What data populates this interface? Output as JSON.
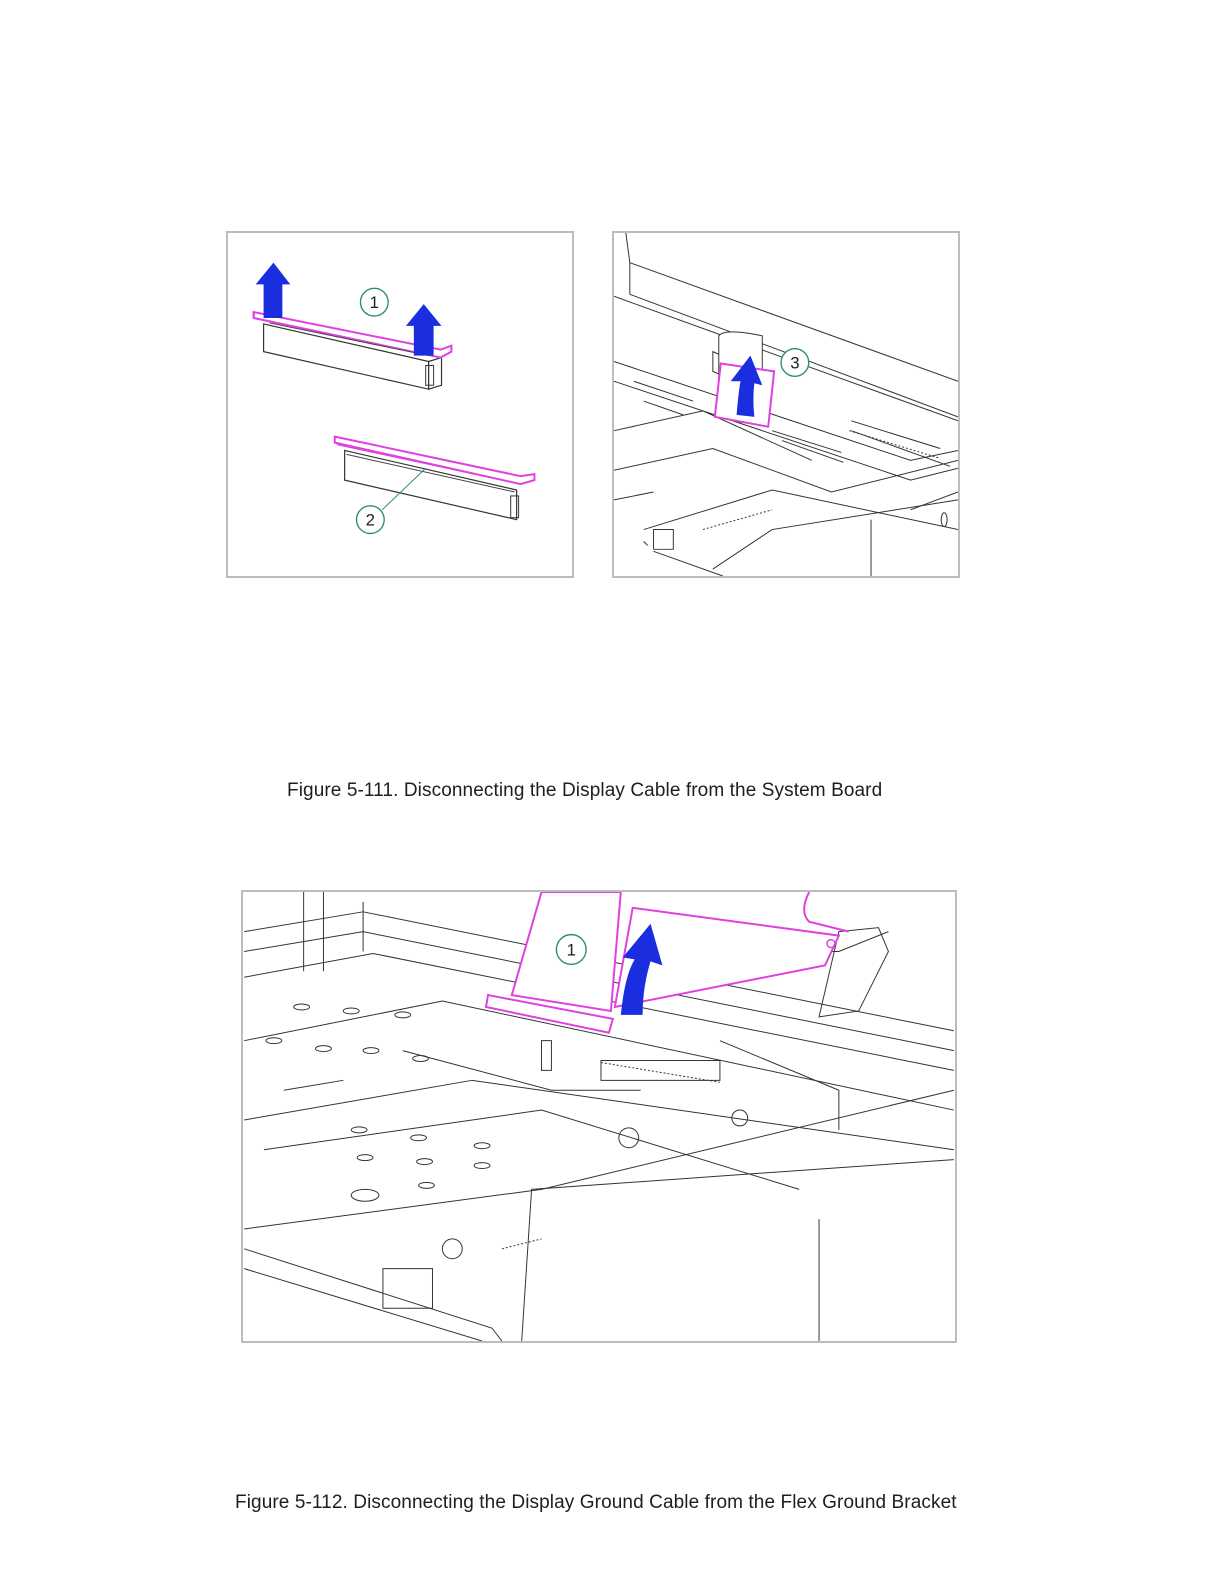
{
  "figure_111": {
    "caption": "Figure 5-111. Disconnecting the Display Cable from the System Board",
    "callouts": [
      "1",
      "2",
      "3"
    ]
  },
  "figure_112": {
    "caption": "Figure 5-112. Disconnecting the Display Ground Cable from the Flex Ground Bracket",
    "callouts": [
      "1"
    ]
  },
  "colors": {
    "highlight": "#e040e0",
    "arrow": "#1a2ee0",
    "callout": "#2e8b7a",
    "frame": "#bdbdbd"
  }
}
